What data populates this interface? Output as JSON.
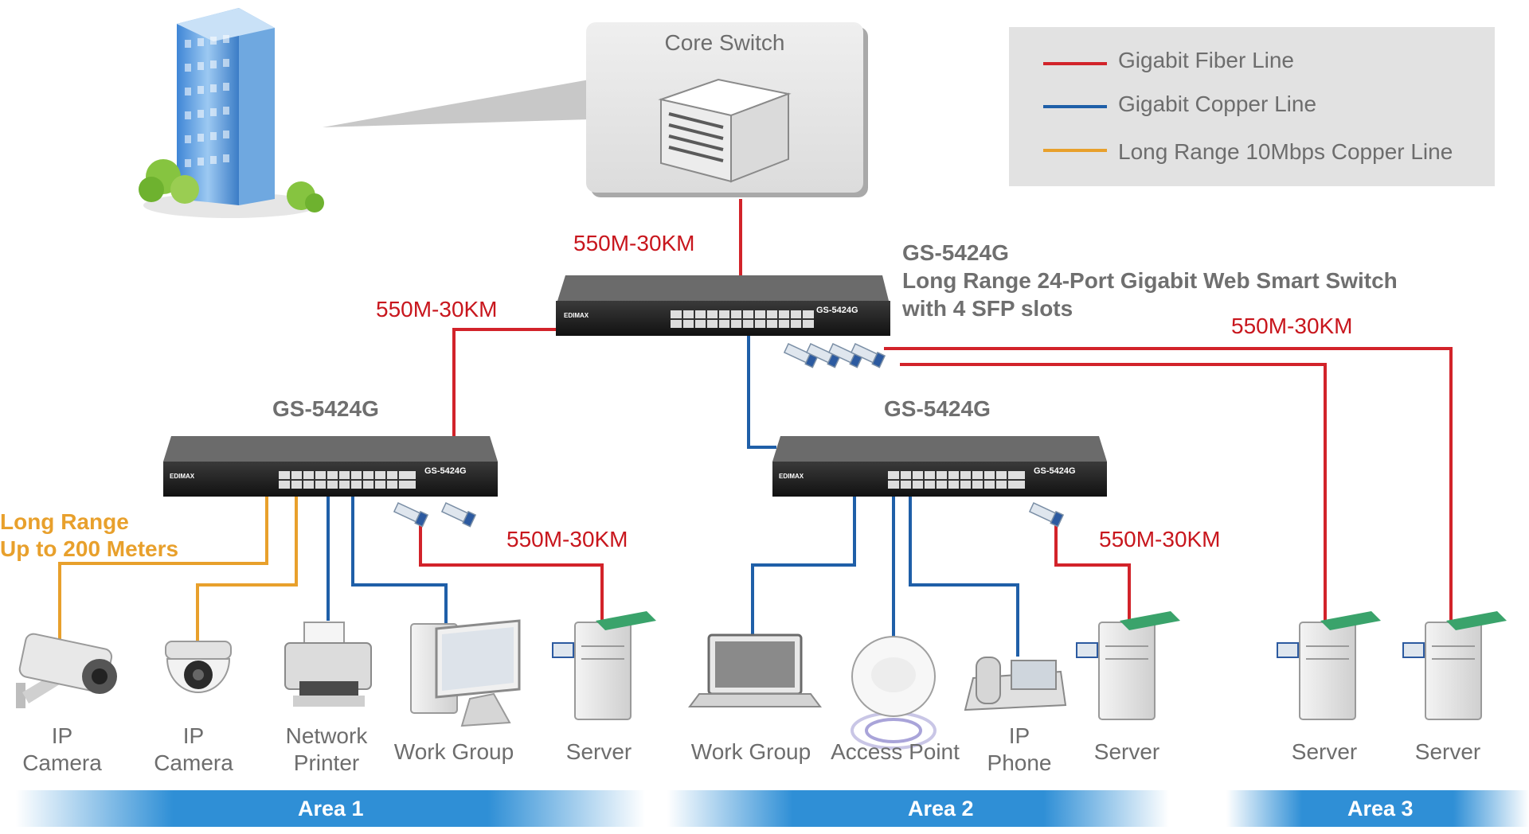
{
  "core": {
    "title": "Core Switch"
  },
  "legend": {
    "items": [
      {
        "label": "Gigabit Fiber Line",
        "color": "#d2232a"
      },
      {
        "label": "Gigabit Copper Line",
        "color": "#1f5fa8"
      },
      {
        "label": "Long Range 10Mbps Copper Line",
        "color": "#e8a02c"
      }
    ]
  },
  "top_switch": {
    "model": "GS-5424G",
    "desc_line1": "Long Range 24-Port Gigabit Web Smart Switch",
    "desc_line2": "with 4 SFP slots",
    "face_label": "GS-5424G",
    "brand": "EDIMAX"
  },
  "left_switch": {
    "model": "GS-5424G",
    "face_label": "GS-5424G",
    "brand": "EDIMAX"
  },
  "mid_switch": {
    "model": "GS-5424G",
    "face_label": "GS-5424G",
    "brand": "EDIMAX"
  },
  "links": {
    "core_to_top": "550M-30KM",
    "top_to_left": "550M-30KM",
    "top_to_area3": "550M-30KM",
    "left_to_server": "550M-30KM",
    "mid_to_server": "550M-30KM"
  },
  "long_range": {
    "line1": "Long Range",
    "line2": "Up to 200 Meters"
  },
  "devices": [
    {
      "line1": "IP",
      "line2": "Camera",
      "icon": "bullet-camera"
    },
    {
      "line1": "IP",
      "line2": "Camera",
      "icon": "dome-camera"
    },
    {
      "line1": "Network",
      "line2": "Printer",
      "icon": "printer"
    },
    {
      "line1": "Work Group",
      "line2": "",
      "icon": "desktop"
    },
    {
      "line1": "Server",
      "line2": "",
      "icon": "server"
    },
    {
      "line1": "Work Group",
      "line2": "",
      "icon": "laptop"
    },
    {
      "line1": "Access Point",
      "line2": "",
      "icon": "access-point"
    },
    {
      "line1": "IP",
      "line2": "Phone",
      "icon": "ip-phone"
    },
    {
      "line1": "Server",
      "line2": "",
      "icon": "server"
    },
    {
      "line1": "Server",
      "line2": "",
      "icon": "server"
    },
    {
      "line1": "Server",
      "line2": "",
      "icon": "server"
    }
  ],
  "areas": [
    {
      "label": "Area 1"
    },
    {
      "label": "Area 2"
    },
    {
      "label": "Area 3"
    }
  ]
}
